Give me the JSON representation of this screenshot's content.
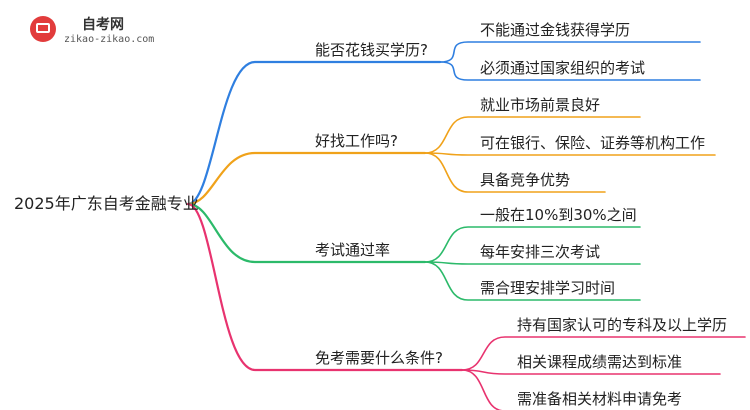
{
  "logo": {
    "title": "自考网",
    "subtitle": "zikao-zikao.com"
  },
  "root": {
    "label": "2025年广东自考金融专业"
  },
  "branches": [
    {
      "label": "能否花钱买学历?",
      "color": "#2f7fe0",
      "children": [
        "不能通过金钱获得学历",
        "必须通过国家组织的考试"
      ]
    },
    {
      "label": "好找工作吗?",
      "color": "#f0a21a",
      "children": [
        "就业市场前景良好",
        "可在银行、保险、证券等机构工作",
        "具备竞争优势"
      ]
    },
    {
      "label": "考试通过率",
      "color": "#2cba6a",
      "children": [
        "一般在10%到30%之间",
        "每年安排三次考试",
        "需合理安排学习时间"
      ]
    },
    {
      "label": "免考需要什么条件?",
      "color": "#e8336f",
      "children": [
        "持有国家认可的专科及以上学历",
        "相关课程成绩需达到标准",
        "需准备相关材料申请免考"
      ]
    }
  ]
}
